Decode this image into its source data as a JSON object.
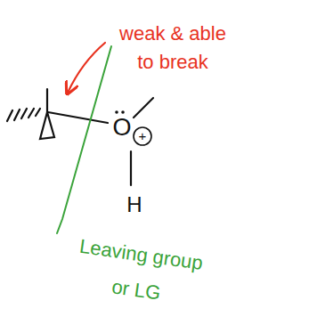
{
  "diagram": {
    "labels": [
      "weak & able to break",
      "O",
      "+",
      "H",
      "Leaving group or LG"
    ]
  }
}
